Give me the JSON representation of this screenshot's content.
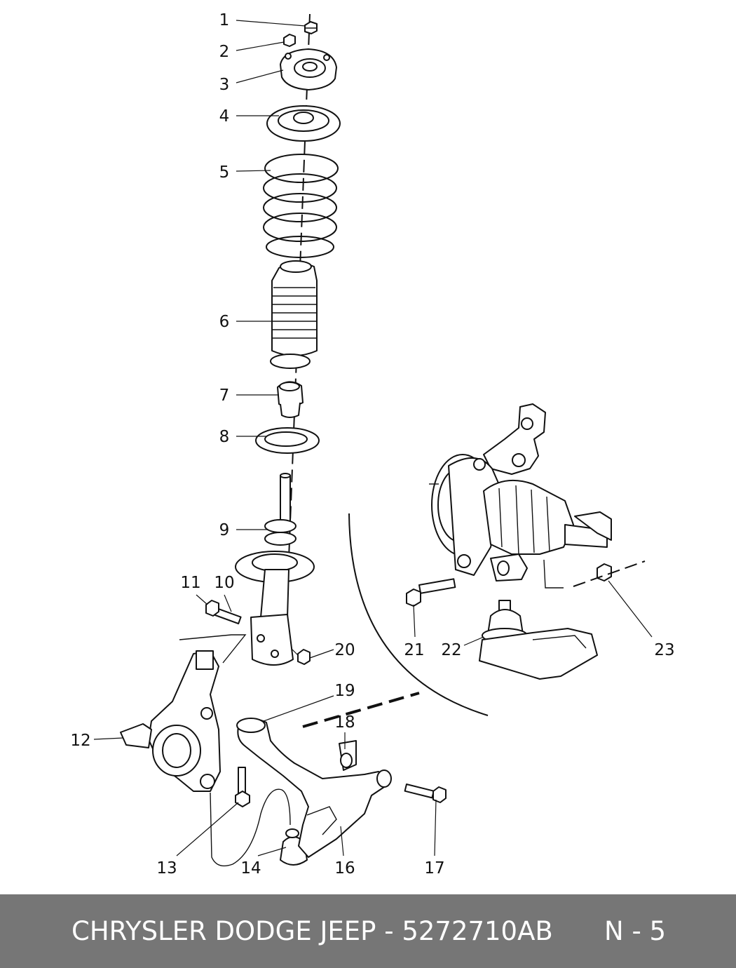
{
  "callouts": [
    {
      "n": "1"
    },
    {
      "n": "2"
    },
    {
      "n": "3"
    },
    {
      "n": "4"
    },
    {
      "n": "5"
    },
    {
      "n": "6"
    },
    {
      "n": "7"
    },
    {
      "n": "8"
    },
    {
      "n": "9"
    },
    {
      "n": "10"
    },
    {
      "n": "11"
    },
    {
      "n": "12"
    },
    {
      "n": "13"
    },
    {
      "n": "14"
    },
    {
      "n": "16"
    },
    {
      "n": "17"
    },
    {
      "n": "18"
    },
    {
      "n": "19"
    },
    {
      "n": "20"
    },
    {
      "n": "21"
    },
    {
      "n": "22"
    },
    {
      "n": "23"
    }
  ],
  "footer": {
    "title": "CHRYSLER DODGE JEEP - 5272710AB",
    "page": "N - 5"
  },
  "colors": {
    "footer_background": "#767676",
    "footer_text": "#ffffff",
    "line": "#111111"
  }
}
